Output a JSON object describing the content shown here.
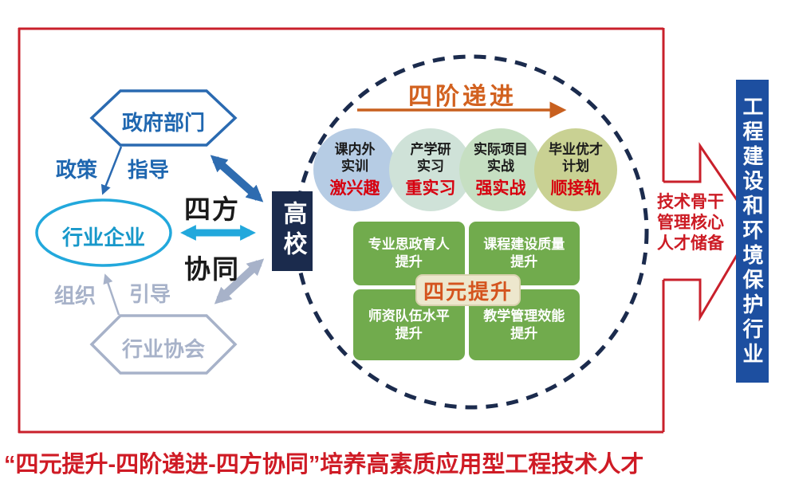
{
  "left_panel": {
    "government": "政府部门",
    "policy": "政策",
    "guidance": "指导",
    "enterprise": "行业企业",
    "organize": "组织",
    "lead": "引导",
    "association": "行业协会",
    "synergy_word1": "四方",
    "synergy_word2": "协同",
    "university": "高校"
  },
  "progression": {
    "title": "四阶递进",
    "stages": [
      {
        "name": "课内外\n实训",
        "slogan": "激兴趣",
        "color": "#b6cce4"
      },
      {
        "name": "产学研\n实习",
        "slogan": "重实习",
        "color": "#cfe2d8"
      },
      {
        "name": "实际项目\n实战",
        "slogan": "强实战",
        "color": "#c6dfc2"
      },
      {
        "name": "毕业优才\n计划",
        "slogan": "顺接轨",
        "color": "#c9d193"
      }
    ]
  },
  "four_improvements": {
    "center_label": "四元提升",
    "cells": [
      {
        "text": "专业思政育人\n提升"
      },
      {
        "text": "课程建设质量\n提升"
      },
      {
        "text": "师资队伍水平\n提升"
      },
      {
        "text": "教学管理效能\n提升"
      }
    ]
  },
  "output_side": {
    "talent_text": "技术骨干\n管理核心\n人才储备",
    "industry_bar": "工程建设和环境保护行业"
  },
  "caption": "“四元提升-四阶递进-四方协同”培养高素质应用型工程技术人才",
  "colors": {
    "frame_red": "#c9202b",
    "text_red": "#d7000f",
    "navy": "#1b2b4d",
    "bar_blue": "#1d4fa0",
    "node_blue": "#2a6ab1",
    "node_cyan": "#22a8dc",
    "node_gray": "#a7b2c9",
    "grid_green": "#71ab4d",
    "title_orange": "#d2611f",
    "center_cream": "#ede7cd"
  }
}
